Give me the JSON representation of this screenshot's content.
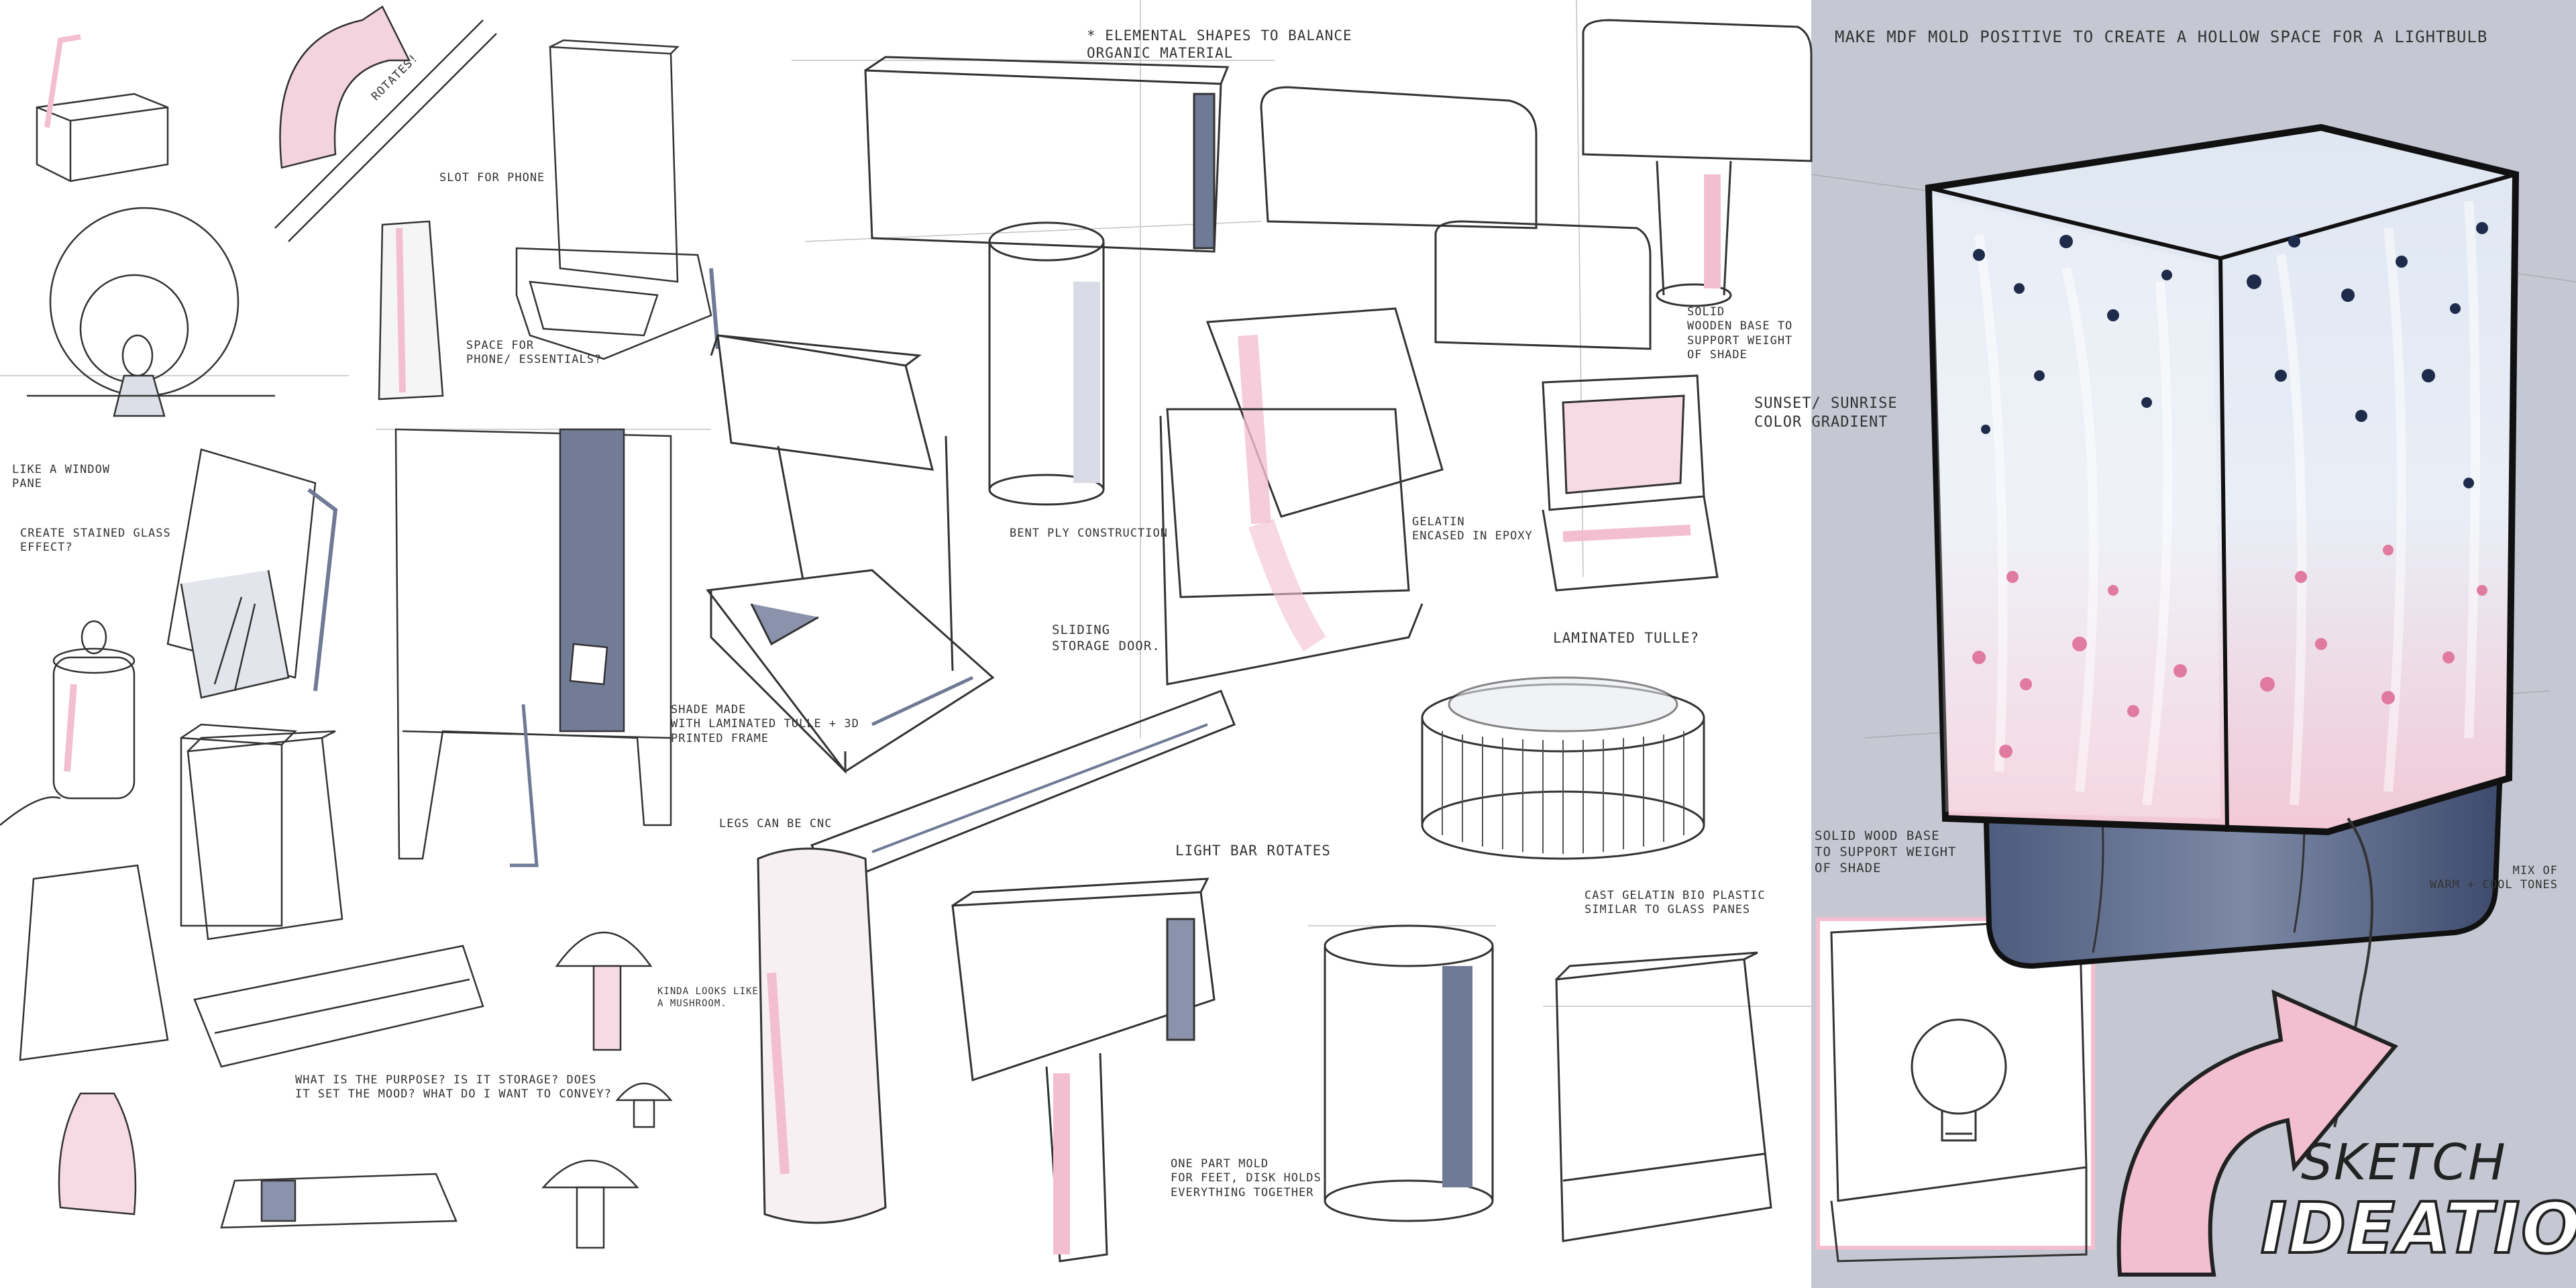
{
  "colors": {
    "paper": "#ffffff",
    "panel": "#c5c8d3",
    "ink": "#2b2b2b",
    "pink": "#f3bfd0",
    "slate": "#6f7a96",
    "navy": "#1e2b4a"
  },
  "notes": {
    "elemental": "* ELEMENTAL SHAPES TO BALANCE\nORGANIC MATERIAL",
    "mdf_mold": "MAKE MDF MOLD POSITIVE TO CREATE A HOLLOW SPACE FOR A LIGHTBULB",
    "rotates": "ROTATES!",
    "slot_phone": "SLOT FOR PHONE",
    "space_phone": "SPACE FOR\nPHONE/ ESSENTIALS?",
    "window_pane": "LIKE A WINDOW\nPANE",
    "stained_glass": "CREATE STAINED GLASS\nEFFECT?",
    "bent_ply": "BENT PLY CONSTRUCTION",
    "sliding_door": "SLIDING\nSTORAGE DOOR.",
    "gelatin_epoxy": "GELATIN\nENCASED IN EPOXY",
    "solid_base_top": "SOLID\nWOODEN BASE TO\nSUPPORT WEIGHT\nOF SHADE",
    "sunset": "SUNSET/ SUNRISE\nCOLOR GRADIENT",
    "laminated_tulle": "LAMINATED TULLE?",
    "shade_made": "SHADE MADE\nWITH LAMINATED TULLE + 3D\nPRINTED FRAME",
    "legs": "LEGS CAN BE CNC",
    "light_bar": "LIGHT BAR ROTATES",
    "cast_gelatin": "CAST GELATIN BIO PLASTIC\nSIMILAR TO GLASS PANES",
    "solid_base_main": "SOLID WOOD BASE\nTO SUPPORT WEIGHT\nOF SHADE",
    "mix_warm": "MIX OF\nWARM + COOL TONES",
    "mushroom": "KINDA LOOKS LIKE\nA MUSHROOM.",
    "purpose": "WHAT IS THE PURPOSE? IS IT STORAGE? DOES\nIT SET THE MOOD? WHAT DO I WANT TO CONVEY?",
    "one_part": "ONE PART MOLD\nFOR FEET, DISK HOLDS\nEVERYTHING TOGETHER"
  },
  "title": {
    "line1": "SKETCH",
    "line2": "IDEATION."
  }
}
